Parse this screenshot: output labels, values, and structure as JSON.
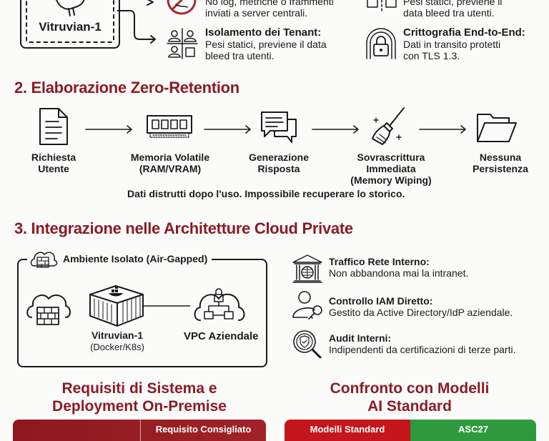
{
  "section1": {
    "model_card_label": "Vitruvian-1",
    "features": [
      {
        "icon": "no-log-icon",
        "title": "",
        "desc_line1": "No log, metriche o frammenti",
        "desc_line2": "inviati a server centrali."
      },
      {
        "icon": "tenant-isolation-icon",
        "title": "Isolamento dei Tenant:",
        "desc_line1": "Pesi statici, previene il data",
        "desc_line2": "bleed tra utenti."
      },
      {
        "icon": "server-rack-icon",
        "title": "",
        "desc_line1": "Pesi statici, previene il",
        "desc_line2": "data bleed tra utenti."
      },
      {
        "icon": "lock-tunnel-icon",
        "title": "Crittografia End-to-End:",
        "desc_line1": "Dati in transito protetti",
        "desc_line2": "con TLS 1.3."
      }
    ]
  },
  "section2": {
    "title": "2. Elaborazione Zero-Retention",
    "steps": [
      {
        "icon": "document-icon",
        "line1": "Richiesta",
        "line2": "Utente",
        "line3": ""
      },
      {
        "icon": "ram-icon",
        "line1": "Memoria Volatile",
        "line2": "(RAM/VRAM)",
        "line3": ""
      },
      {
        "icon": "chat-icon",
        "line1": "Generazione",
        "line2": "Risposta",
        "line3": ""
      },
      {
        "icon": "broom-icon",
        "line1": "Sovrascrittura",
        "line2": "Immediata",
        "line3": "(Memory Wiping)"
      },
      {
        "icon": "folder-icon",
        "line1": "Nessuna",
        "line2": "Persistenza",
        "line3": ""
      }
    ],
    "caption": "Dati distrutti dopo l'uso. Impossibile recuperare lo storico."
  },
  "section3": {
    "title": "3. Integrazione nelle Architetture Cloud Private",
    "env_label": "Ambiente Isolato (Air-Gapped)",
    "container_name": "Vitruvian-1",
    "container_sub": "(Docker/K8s)",
    "vpc_label": "VPC Aziendale",
    "features": [
      {
        "icon": "bank-globe-icon",
        "title": "Traffico Rete Interno:",
        "desc": "Non abbandona mai la intranet."
      },
      {
        "icon": "user-key-icon",
        "title": "Controllo IAM Diretto:",
        "desc": "Gestito da Active Directory/IdP aziendale."
      },
      {
        "icon": "audit-magnifier-icon",
        "title": "Audit Interni:",
        "desc": "Indipendenti da certificazioni di terze parti."
      }
    ]
  },
  "section4": {
    "left_title_line1": "Requisiti di Sistema e",
    "left_title_line2": "Deployment On-Premise",
    "left_table_header": [
      "",
      "Requisito Consigliato"
    ],
    "right_title_line1": "Confronto con Modelli",
    "right_title_line2": "AI Standard",
    "right_table_header": [
      "Modelli Standard",
      "ASC27"
    ]
  },
  "colors": {
    "accent_red": "#8a1c24",
    "header_red": "#c4161c",
    "header_green": "#2e9a3e",
    "text": "#1a1a1a"
  }
}
